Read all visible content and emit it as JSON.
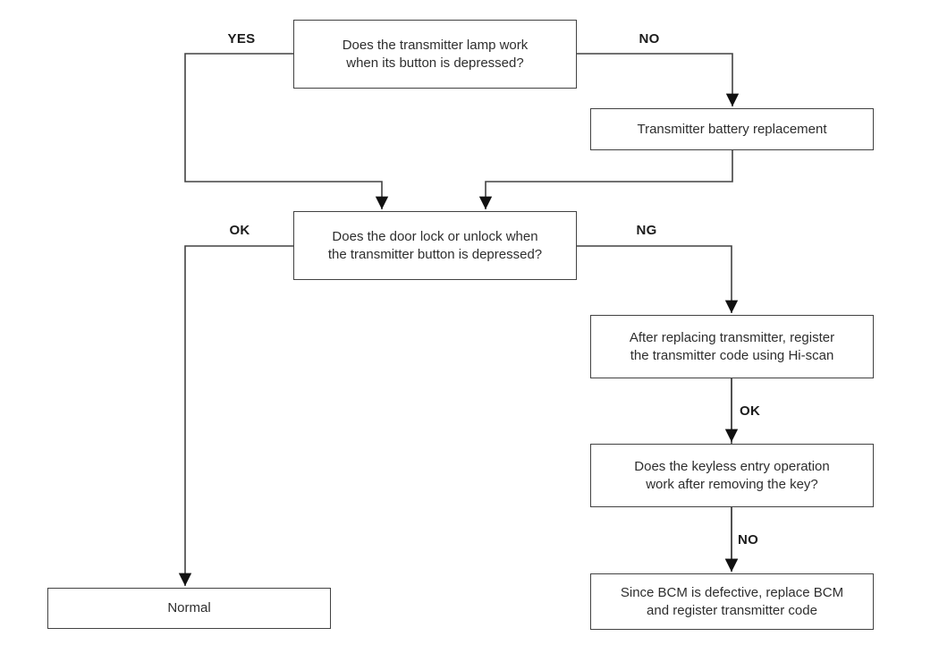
{
  "flowchart": {
    "description": "Keyless entry / transmitter troubleshooting flowchart",
    "nodes": {
      "lamp_question": "Does the transmitter lamp work\nwhen its button is depressed?",
      "battery_replace": "Transmitter battery replacement",
      "doorlock_question": "Does the door lock or unlock when\nthe transmitter button is depressed?",
      "register_code": "After replacing transmitter, register\nthe transmitter code using Hi-scan",
      "keyless_question": "Does the keyless entry operation\nwork after removing the key?",
      "replace_bcm": "Since BCM is defective, replace BCM\nand register transmitter code",
      "normal": "Normal"
    },
    "edge_labels": {
      "yes": "YES",
      "no_top": "NO",
      "ok_left": "OK",
      "ng": "NG",
      "ok_right": "OK",
      "no_bottom": "NO"
    },
    "colors": {
      "background": "#ffffff",
      "box_border": "#424242",
      "line": "#424242",
      "arrowhead": "#111111",
      "text": "#2e2e2e",
      "label_text": "#1c1c1c"
    }
  }
}
